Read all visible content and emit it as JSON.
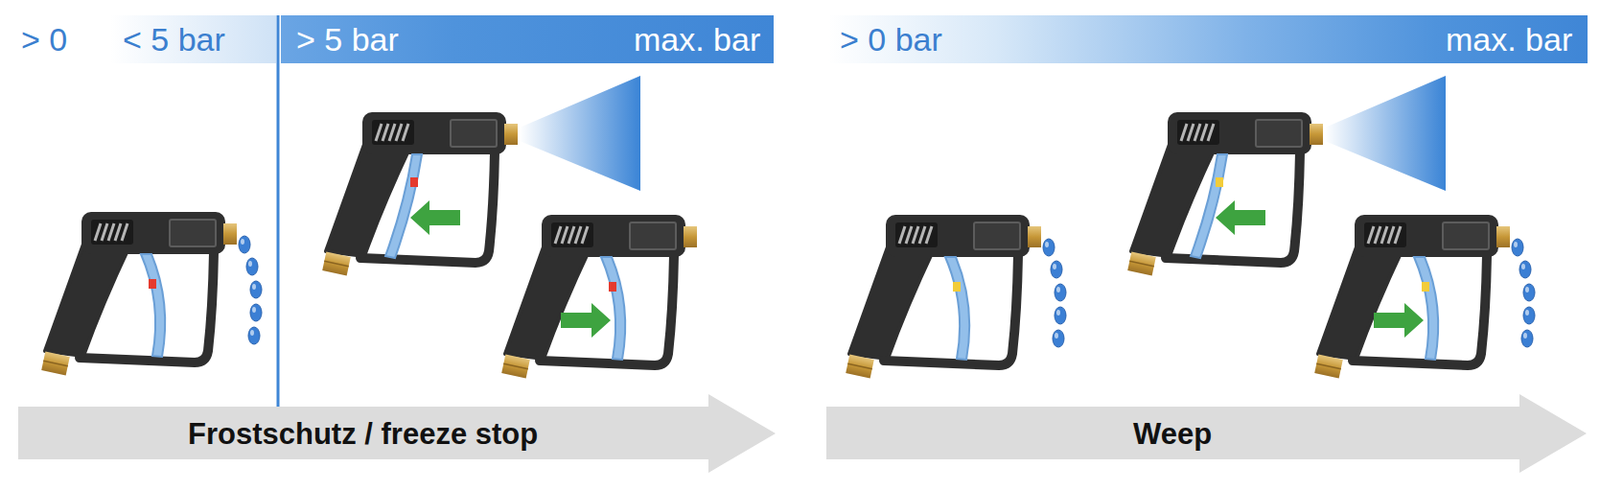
{
  "diagram": {
    "nodes": [
      {
        "text": [
          "> 0",
          "< 5 bar"
        ]
      },
      {
        "text": [
          "> 5 bar",
          "max. bar"
        ]
      },
      {
        "text": [
          "Frostschutz / freeze stop"
        ]
      },
      {
        "text": [
          "> 0 bar",
          "max. bar"
        ]
      },
      {
        "text": [
          "Weep"
        ]
      }
    ]
  }
}
